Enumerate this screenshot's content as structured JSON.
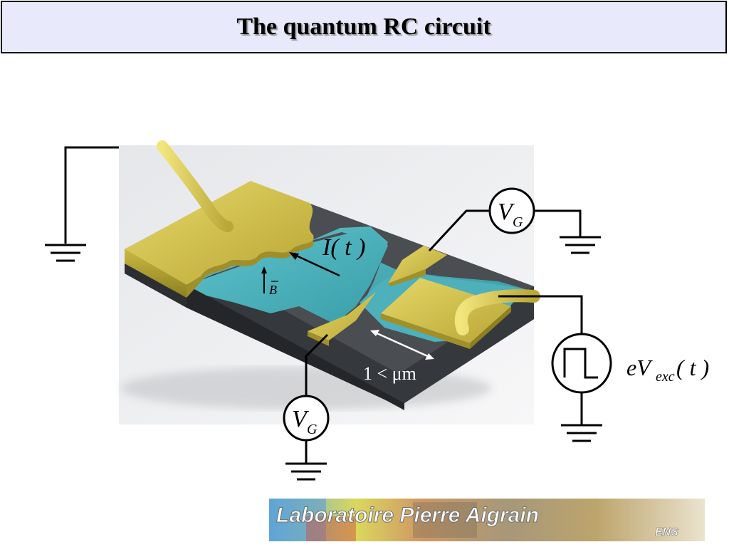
{
  "title": "The quantum RC circuit",
  "labels": {
    "current_label": "I( t )",
    "b_field_label": "B",
    "length_label": "1 < μm",
    "gate_top_main": "V",
    "gate_top_sub": "G",
    "gate_bottom_main": "V",
    "gate_bottom_sub": "G",
    "excitation_main": "eV",
    "excitation_sub": "exc",
    "excitation_tail": "( t )"
  },
  "banner": {
    "text": "Laboratoire Pierre Aigrain",
    "sub": "ENS"
  },
  "colors": {
    "gold": "#d6c54a",
    "water": "#4fb5c0",
    "slab": "#3a3d41",
    "title_bg": "#e8e9fb"
  }
}
